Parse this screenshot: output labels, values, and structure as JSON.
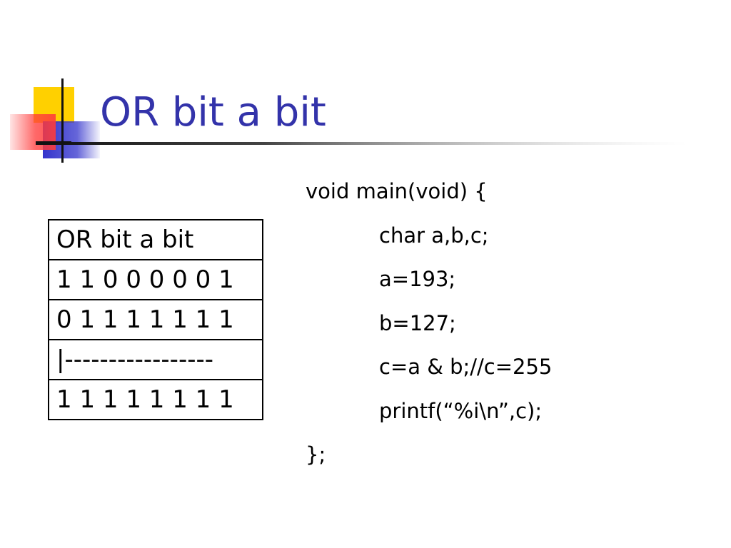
{
  "slide": {
    "title": "OR bit a bit",
    "title_color": "#3333aa",
    "logo": {
      "colors": {
        "yellow": "#ffd000",
        "red": "#ff3b3b",
        "blue": "#3333cc",
        "line": "#111111"
      }
    },
    "table": {
      "rows": [
        "OR bit a bit",
        "1 1 0 0 0 0 0 1",
        "0 1 1 1 1 1 1 1",
        "|-----------------",
        "1 1 1 1 1 1 1 1"
      ]
    },
    "code": {
      "lines": [
        "void main(void) {",
        "char a,b,c;",
        "a=193;",
        "b=127;",
        "c=a & b;//c=255",
        "printf(“%i\\n”,c);",
        "};"
      ]
    }
  }
}
